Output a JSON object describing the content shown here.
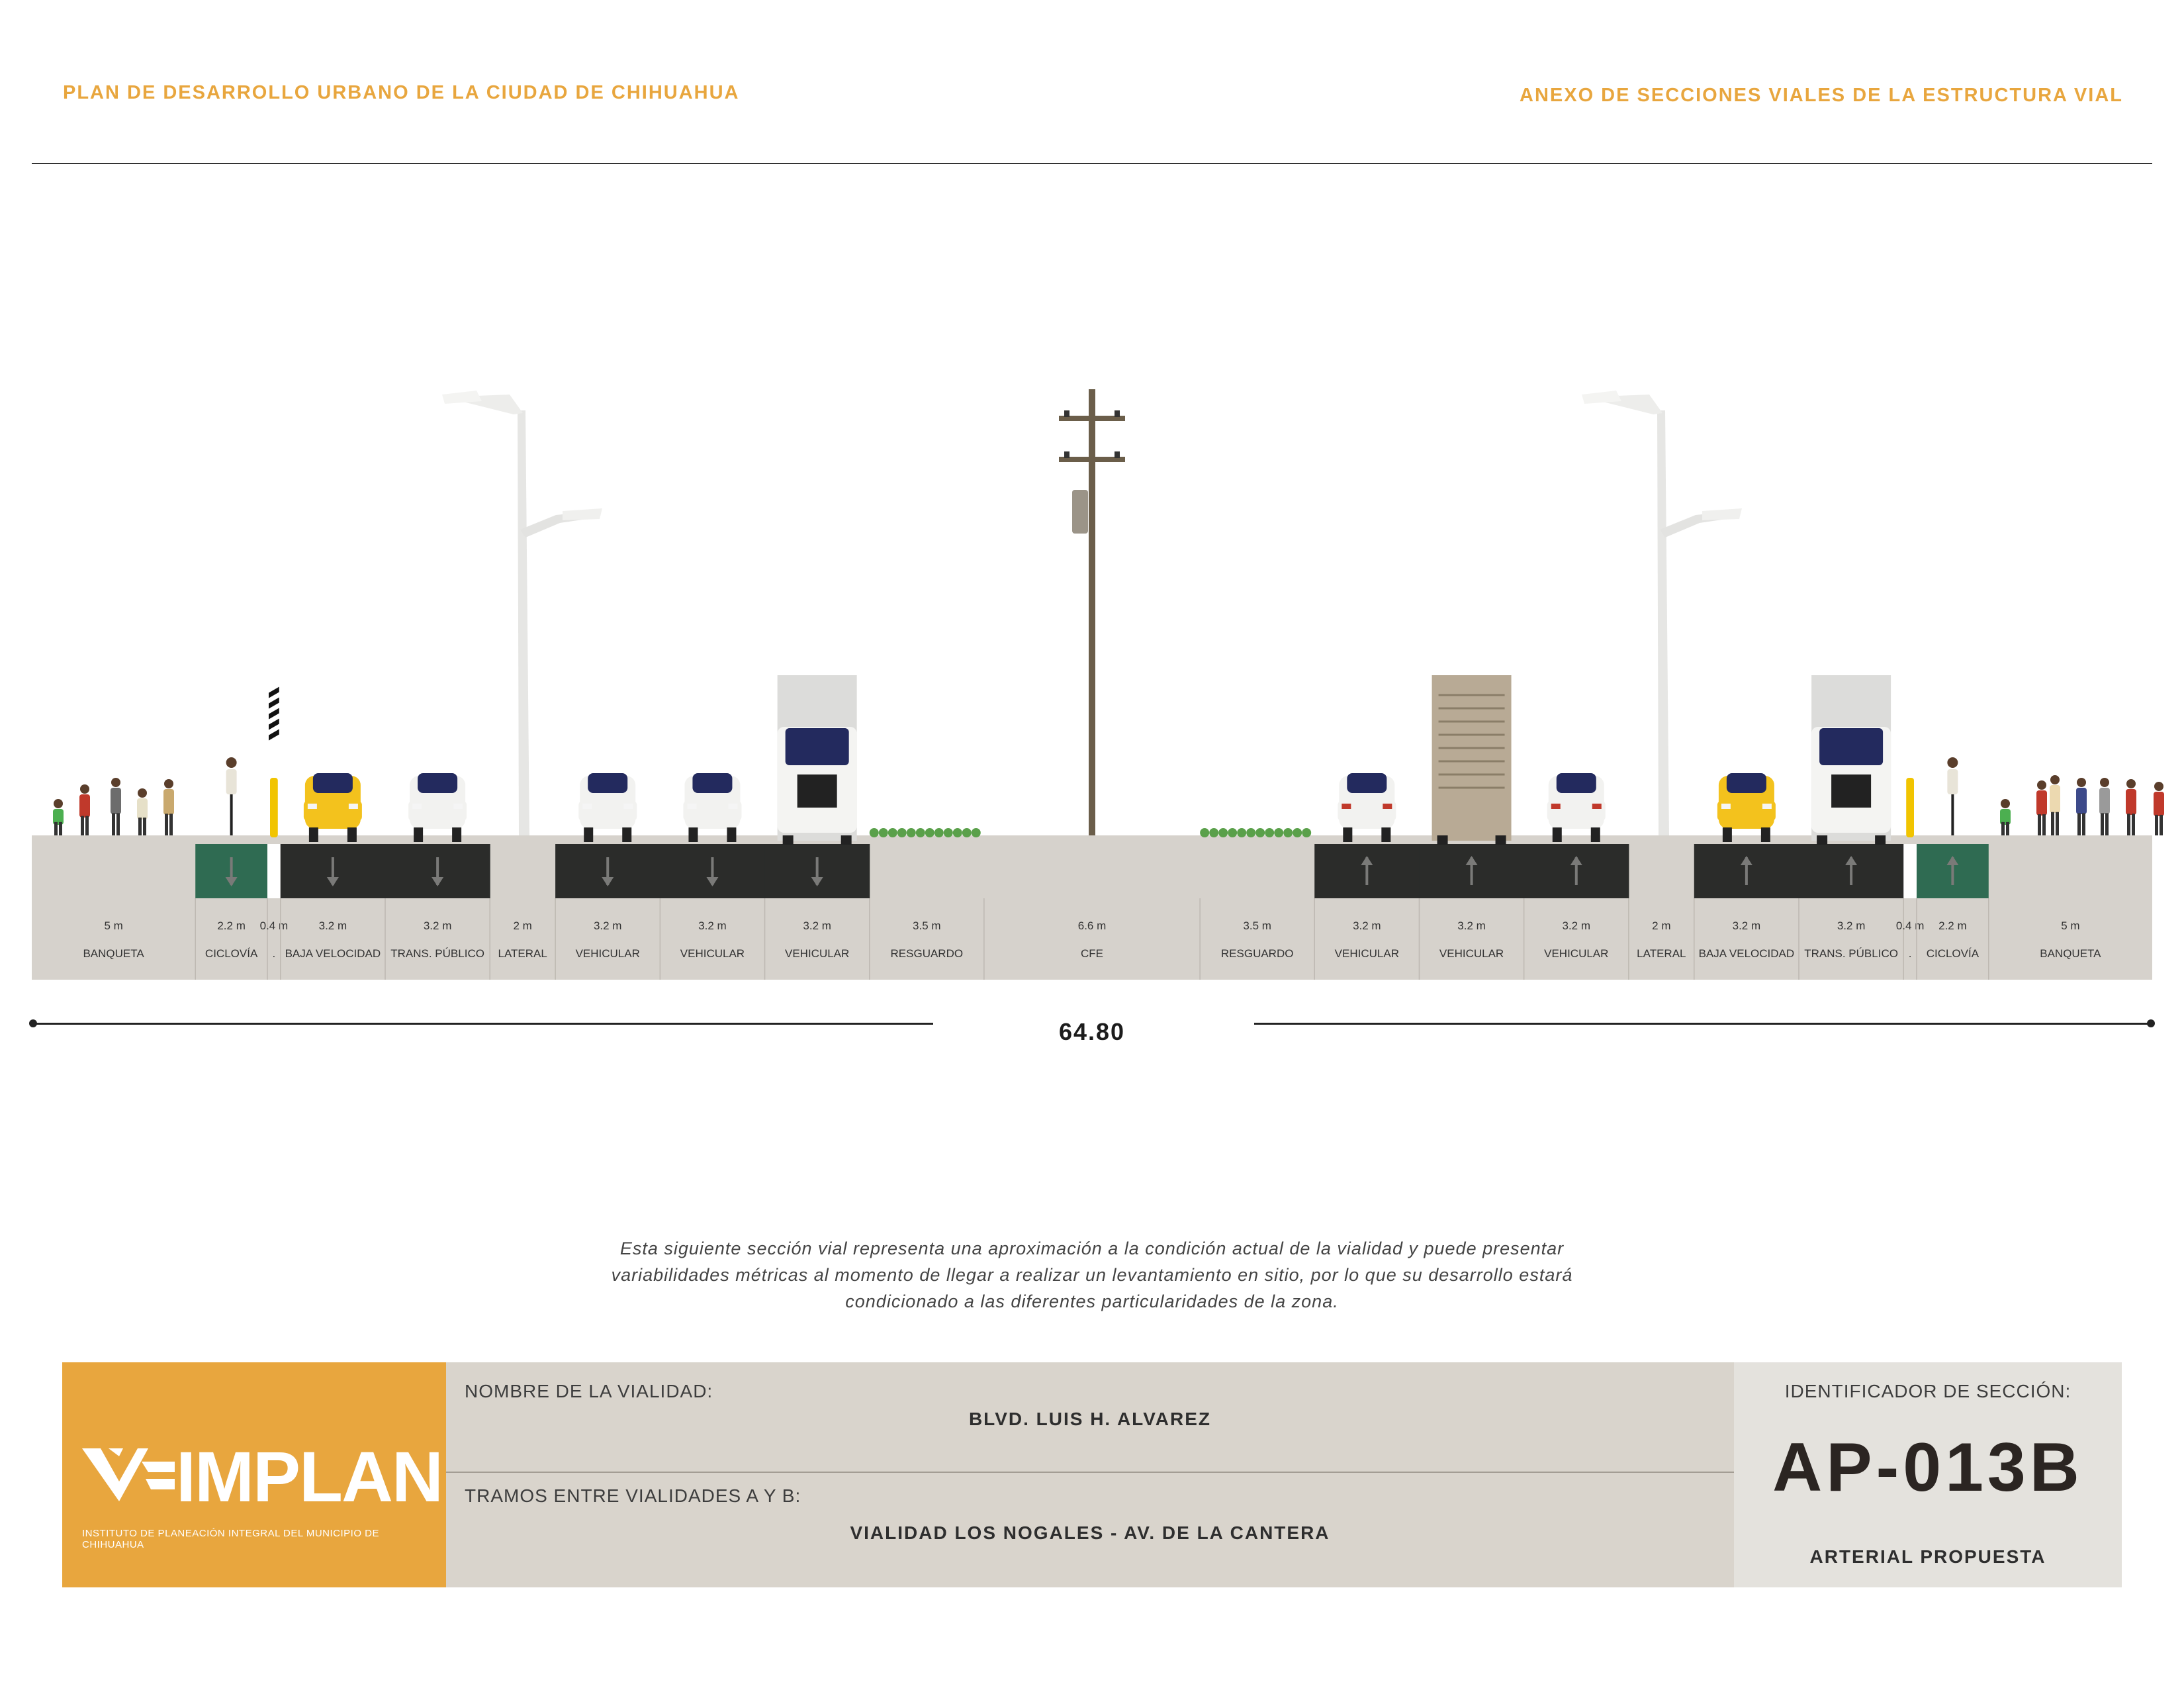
{
  "header": {
    "left_title": "PLAN DE DESARROLLO URBANO DE LA CIUDAD DE CHIHUAHUA",
    "right_title": "ANEXO DE SECCIONES VIALES DE LA ESTRUCTURA VIAL"
  },
  "section": {
    "total_width": "64.80",
    "lanes": [
      {
        "width": "5 m",
        "name": "BANQUETA",
        "type": "sidewalk",
        "dir": "",
        "w": 5
      },
      {
        "width": "2.2 m",
        "name": "CICLOVÍA",
        "type": "bike",
        "dir": "down",
        "w": 2.2
      },
      {
        "width": "0.4 m",
        "name": ".",
        "type": "buffer",
        "dir": "",
        "w": 0.4
      },
      {
        "width": "3.2 m",
        "name": "BAJA VELOCIDAD",
        "type": "road",
        "dir": "down",
        "w": 3.2
      },
      {
        "width": "3.2 m",
        "name": "TRANS. PÚBLICO",
        "type": "road",
        "dir": "down",
        "w": 3.2
      },
      {
        "width": "2 m",
        "name": "LATERAL",
        "type": "median",
        "dir": "",
        "w": 2
      },
      {
        "width": "3.2 m",
        "name": "VEHICULAR",
        "type": "road",
        "dir": "down",
        "w": 3.2
      },
      {
        "width": "3.2 m",
        "name": "VEHICULAR",
        "type": "road",
        "dir": "down",
        "w": 3.2
      },
      {
        "width": "3.2 m",
        "name": "VEHICULAR",
        "type": "road",
        "dir": "down",
        "w": 3.2
      },
      {
        "width": "3.5 m",
        "name": "RESGUARDO",
        "type": "green",
        "dir": "",
        "w": 3.5
      },
      {
        "width": "6.6 m",
        "name": "CFE",
        "type": "median",
        "dir": "",
        "w": 6.6
      },
      {
        "width": "3.5 m",
        "name": "RESGUARDO",
        "type": "green",
        "dir": "",
        "w": 3.5
      },
      {
        "width": "3.2 m",
        "name": "VEHICULAR",
        "type": "road",
        "dir": "up",
        "w": 3.2
      },
      {
        "width": "3.2 m",
        "name": "VEHICULAR",
        "type": "road",
        "dir": "up",
        "w": 3.2
      },
      {
        "width": "3.2 m",
        "name": "VEHICULAR",
        "type": "road",
        "dir": "up",
        "w": 3.2
      },
      {
        "width": "2 m",
        "name": "LATERAL",
        "type": "median",
        "dir": "",
        "w": 2
      },
      {
        "width": "3.2 m",
        "name": "BAJA VELOCIDAD",
        "type": "road",
        "dir": "up",
        "w": 3.2
      },
      {
        "width": "3.2 m",
        "name": "TRANS. PÚBLICO",
        "type": "road",
        "dir": "up",
        "w": 3.2
      },
      {
        "width": "0.4 m",
        "name": ".",
        "type": "buffer",
        "dir": "",
        "w": 0.4
      },
      {
        "width": "2.2 m",
        "name": "CICLOVÍA",
        "type": "bike",
        "dir": "up",
        "w": 2.2
      },
      {
        "width": "5 m",
        "name": "BANQUETA",
        "type": "sidewalk",
        "dir": "",
        "w": 5
      }
    ],
    "colors": {
      "asphalt": "#2b2c2a",
      "bike": "#2f6b52",
      "ground": "#d6d2cc",
      "grass": "#5aa04a",
      "accent": "#e8a63e"
    }
  },
  "disclaimer": {
    "line1": "Esta siguiente sección vial representa una aproximación a la condición actual de la vialidad y puede presentar",
    "line2": "variabilidades métricas al momento de llegar a realizar un levantamiento en sitio, por lo que su desarrollo estará",
    "line3": "condicionado a las diferentes particularidades de la zona."
  },
  "logo": {
    "text": "IMPLAN",
    "subtitle": "INSTITUTO DE PLANEACIÓN INTEGRAL DEL MUNICIPIO DE CHIHUAHUA"
  },
  "info": {
    "road_label": "NOMBRE DE LA VIALIDAD:",
    "road_value": "BLVD. LUIS H. ALVAREZ",
    "tramos_label": "TRAMOS ENTRE VIALIDADES A Y B:",
    "tramos_value": "VIALIDAD LOS NOGALES - AV. DE LA CANTERA",
    "id_label": "IDENTIFICADOR DE SECCIÓN:",
    "id_code": "AP-013B",
    "id_type": "ARTERIAL PROPUESTA"
  }
}
